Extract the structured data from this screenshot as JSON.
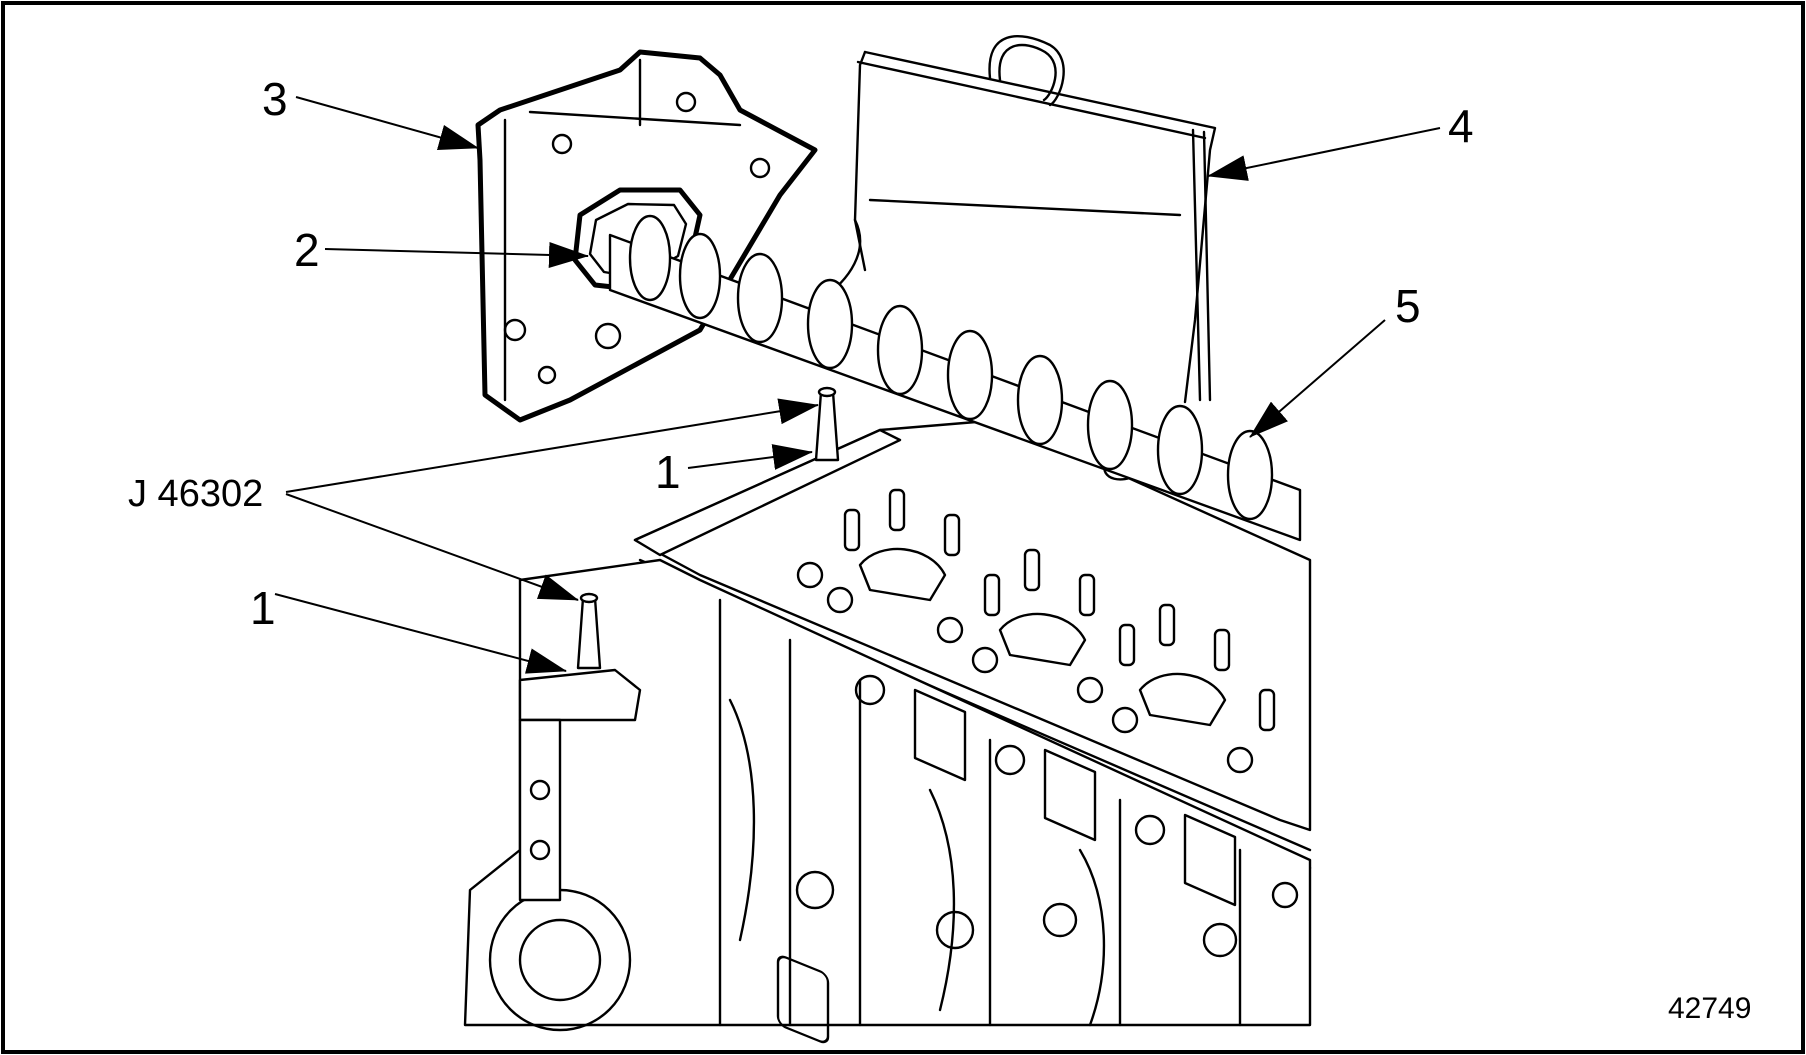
{
  "figure": {
    "number": "42749",
    "tool_label": "J 46302",
    "callouts": {
      "c1a": "1",
      "c1b": "1",
      "c2": "2",
      "c3": "3",
      "c4": "4",
      "c5": "5"
    }
  }
}
